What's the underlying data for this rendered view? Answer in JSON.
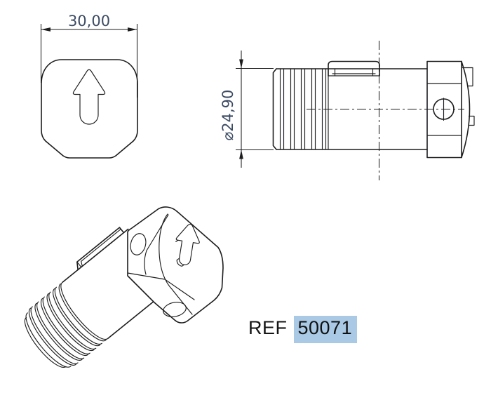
{
  "drawing": {
    "background": "#ffffff",
    "line_color": "#1d1d1f",
    "dimension_color": "#3c4b63",
    "highlight_color": "#a9c9e4",
    "text_color": "#141414"
  },
  "front_view": {
    "width_dimension": "30,00"
  },
  "side_view": {
    "diameter_dimension": "⌀24,90"
  },
  "reference": {
    "prefix": "REF",
    "number": "50071"
  }
}
